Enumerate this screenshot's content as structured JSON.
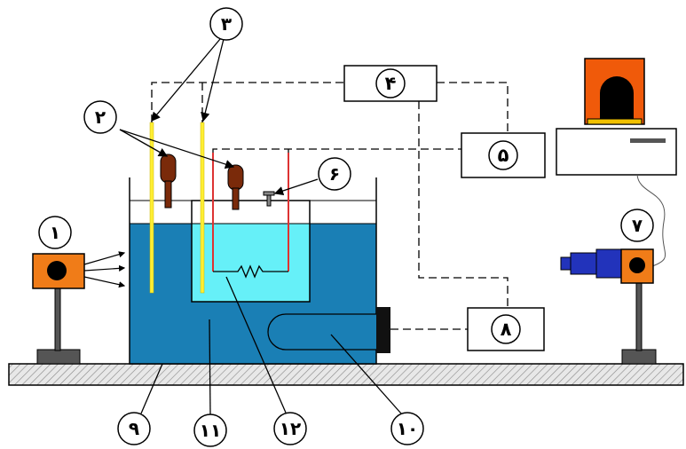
{
  "labels": {
    "n1": "۱",
    "n2": "۲",
    "n3": "۳",
    "n6": "۶",
    "n7": "۷",
    "n9": "۹",
    "n10": "۱۰",
    "n11": "۱۱",
    "n12": "۱۲"
  },
  "boxes": {
    "b4": "۴",
    "b5": "۵",
    "b8": "۸"
  },
  "colors": {
    "outer_water": "#1a7fb5",
    "inner_water": "#66f0f8",
    "lamp": "#f07c18",
    "camera": "#2233bb",
    "probe": "#ffee33",
    "electrode": "#7a2a0a",
    "wire": "#dd3333"
  }
}
